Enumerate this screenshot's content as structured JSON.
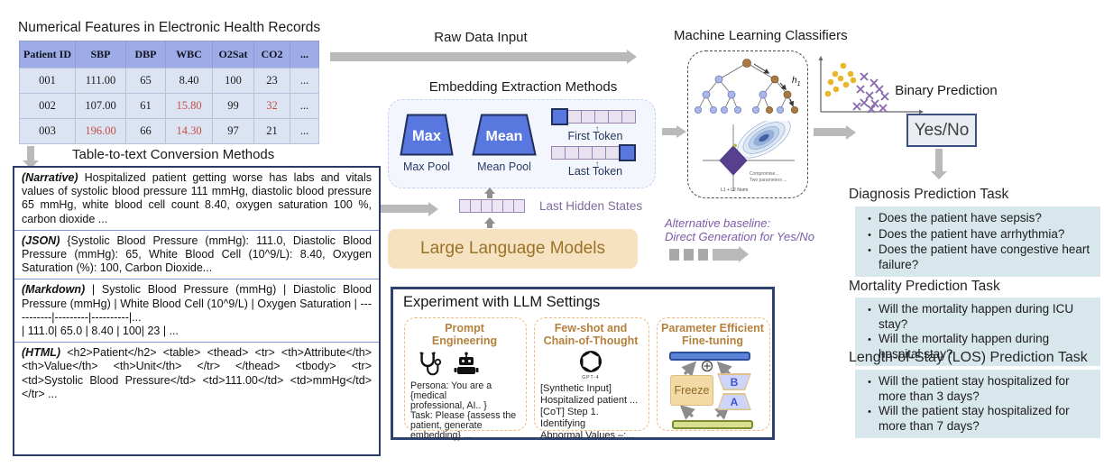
{
  "colors": {
    "accent_navy": "#2b3a67",
    "table_header_bg": "#9dabe6",
    "table_row_bg": "#dce4f3",
    "abnormal_red": "#c44f45",
    "shape_blue": "#5878e0",
    "llm_bg": "#f6e2c0",
    "llm_text": "#9a7328",
    "purple_label": "#7e6a9e",
    "alt_purple": "#7a5ca8",
    "panel_bg": "#d8e7ec",
    "dashed_orange": "#eebd83",
    "arrow_gray": "#b9b9b9"
  },
  "ehr": {
    "title": "Numerical Features in Electronic Health Records",
    "table": {
      "headers": [
        "Patient ID",
        "SBP",
        "DBP",
        "WBC",
        "O2Sat",
        "CO2",
        "..."
      ],
      "rows": [
        [
          "001",
          "111.00",
          "65",
          "8.40",
          "100",
          "23",
          "..."
        ],
        [
          "002",
          "107.00",
          "61",
          "15.80",
          "99",
          "32",
          "..."
        ],
        [
          "003",
          "196.00",
          "66",
          "14.30",
          "97",
          "21",
          "..."
        ]
      ]
    }
  },
  "conversion": {
    "arrow_label": "Table-to-text Conversion Methods",
    "sections": [
      {
        "label": "(Narrative)",
        "text": "Hospitalized patient getting worse has labs and vitals values of systolic blood pressure 111 mmHg, diastolic blood pressure 65 mmHg, white blood cell count 8.40, oxygen saturation 100 %, carbon dioxide ..."
      },
      {
        "label": "(JSON)",
        "text": "{Systolic Blood Pressure (mmHg): 111.0,  Diastolic Blood Pressure (mmHg): 65,  White Blood Cell (10^9/L): 8.40, Oxygen Saturation (%): 100, Carbon Dioxide..."
      },
      {
        "label": "(Markdown)",
        "text": "| Systolic Blood Pressure (mmHg) | Diastolic Blood Pressure (mmHg) | White Blood Cell (10^9/L) | Oxygen Saturation | -----------|---------|----------|...",
        "text2": "| 111.0| 65.0 | 8.40 | 100| 23 | ..."
      },
      {
        "label": "(HTML)",
        "text": "<h2>Patient</h2> <table> <thead> <tr> <th>Attribute</th> <th>Value</th> <th>Unit</th> </tr> </thead> <tbody> <tr> <td>Systolic Blood Pressure</td> <td>111.00</td> <td>mmHg</td> </tr> ..."
      }
    ]
  },
  "flow": {
    "raw_data_label": "Raw Data Input",
    "embedding_title": "Embedding Extraction Methods",
    "max_shape": "Max",
    "max_label": "Max Pool",
    "mean_shape": "Mean",
    "mean_label": "Mean Pool",
    "first_token_label": "First Token",
    "last_token_label": "Last Token",
    "last_hidden_label": "Last Hidden States",
    "llm_label": "Large Language Models",
    "alt_baseline_line1": "Alternative baseline:",
    "alt_baseline_line2": "Direct Generation for Yes/No"
  },
  "classifiers": {
    "title": "Machine Learning Classifiers",
    "h1": "h",
    "h1_sub": "1",
    "note1": "Compromise...",
    "note2": "Two parameters ...",
    "note3": "L1 + L2 Norm"
  },
  "prediction": {
    "label": "Binary Prediction",
    "value": "Yes/No"
  },
  "tasks": [
    {
      "heading": "Diagnosis Prediction Task",
      "items": [
        "Does the patient have sepsis?",
        "Does the patient have arrhythmia?",
        "Does the patient have congestive heart failure?"
      ]
    },
    {
      "heading": "Mortality Prediction Task",
      "items": [
        "Will the mortality happen during ICU stay?",
        "Will the mortality happen during hospital stay?"
      ]
    },
    {
      "heading": "Length-of-Stay (LOS) Prediction Task",
      "items": [
        "Will the patient stay hospitalized for more than 3 days?",
        "Will the patient stay hospitalized for more than 7 days?"
      ]
    }
  ],
  "experiment": {
    "title": "Experiment with LLM Settings",
    "prompt": {
      "title1": "Prompt",
      "title2": "Engineering",
      "lines": [
        "Persona: You are a {medical",
        "professional, AI.. }",
        "Task: Please {assess the",
        "patient, generate",
        "embedding} ..."
      ]
    },
    "fewshot": {
      "title1": "Few-shot and",
      "title2": "Chain-of-Thought",
      "logo_caption": "GPT-4",
      "lines": [
        "[Synthetic Input]",
        "Hospitalized patient ...",
        "[CoT] Step 1. Identifying",
        "Abnormal Values –:..."
      ]
    },
    "peft": {
      "title1": "Parameter Efficient",
      "title2": "Fine-tuning",
      "freeze_label": "Freeze",
      "b_label": "B",
      "a_label": "A"
    }
  }
}
